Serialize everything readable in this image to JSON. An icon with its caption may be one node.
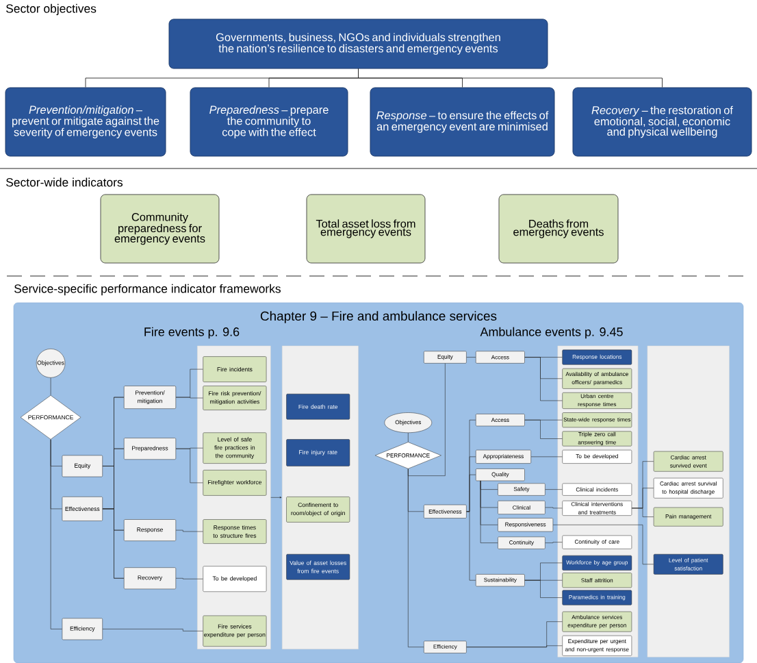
{
  "diagram": {
    "nodes": [
      {
        "text": [
          "Governments, business, NGOs and individuals strengthen the nation’s resilience to disasters and emergency events"
        ]
      },
      {
        "text": [
          "*Prevention/mitigation* – prevent or mitigate against the severity of emergency events"
        ]
      },
      {
        "text": [
          "*Preparedness* – prepare the community to cope with the effect"
        ]
      },
      {
        "text": [
          "*Response* – to ensure the effects of an emergency event are minimised"
        ]
      },
      {
        "text": [
          "*Recovery* – the restoration of emotional, social, economic and physical wellbeing"
        ]
      },
      {
        "text": [
          "Community preparedness for emergency events"
        ]
      },
      {
        "text": [
          "Total asset loss from emergency events"
        ]
      },
      {
        "text": [
          "Deaths from emergency events"
        ]
      },
      {
        "text": [
          "Chapter 9 – Fire and ambulance services"
        ]
      },
      {
        "text": [
          "Objectives"
        ],
        "in": 8
      },
      {
        "text": [
          "PERFORMANCE"
        ],
        "in": 8
      },
      {
        "text": [
          "Equity"
        ],
        "in": 8
      },
      {
        "text": [
          "Effectiveness"
        ],
        "in": 8
      },
      {
        "text": [
          "Efficiency"
        ],
        "in": 8
      },
      {
        "text": [
          "Prevention/ mitigation"
        ],
        "in": 8
      },
      {
        "text": [
          "Preparedness"
        ],
        "in": 8
      },
      {
        "text": [
          "Response"
        ],
        "in": 8
      },
      {
        "text": [
          "Recovery"
        ],
        "in": 8
      },
      {
        "text": [],
        "shape": "box",
        "in": 8
      },
      {
        "text": [
          "Fire incidents"
        ],
        "in": 18
      },
      {
        "text": [
          "Fire risk prevention/ mitigation activities"
        ],
        "in": 18
      },
      {
        "text": [
          "Level of safe fire practices in the community"
        ],
        "in": 18
      },
      {
        "text": [
          "Firefighter workforce"
        ],
        "in": 18
      },
      {
        "text": [
          "Response times to structure fires"
        ],
        "in": 18
      },
      {
        "text": [
          "To be developed"
        ],
        "in": 18
      },
      {
        "text": [
          "Fire services expenditure per person"
        ],
        "in": 18
      },
      {
        "text": [],
        "shape": "box",
        "in": 8
      },
      {
        "text": [
          "Fire death rate"
        ],
        "in": 26
      },
      {
        "text": [
          "Fire injury rate"
        ],
        "in": 26
      },
      {
        "text": [
          "Confinement to room/object of origin"
        ],
        "in": 26
      },
      {
        "text": [
          "Value of asset losses from fire events"
        ],
        "in": 26
      },
      {
        "text": [
          "Objectives"
        ],
        "in": 8
      },
      {
        "text": [
          "PERFORMANCE"
        ],
        "in": 8
      },
      {
        "text": [
          "Equity"
        ],
        "in": 8
      },
      {
        "text": [
          "Access"
        ],
        "in": 8
      },
      {
        "text": [
          "Effectiveness"
        ],
        "in": 8
      },
      {
        "text": [
          "Access"
        ],
        "in": 8
      },
      {
        "text": [
          "Appropriateness"
        ],
        "in": 8
      },
      {
        "text": [
          "Quality"
        ],
        "in": 8
      },
      {
        "text": [
          "Safety"
        ],
        "in": 8
      },
      {
        "text": [
          "Clinical"
        ],
        "in": 8
      },
      {
        "text": [
          "Responsiveness"
        ],
        "in": 8
      },
      {
        "text": [
          "Continuity"
        ],
        "in": 8
      },
      {
        "text": [
          "Sustainability"
        ],
        "in": 8
      },
      {
        "text": [
          "Efficiency"
        ],
        "in": 8
      },
      {
        "text": [],
        "shape": "box",
        "in": 8
      },
      {
        "text": [
          "Response locations"
        ],
        "in": 45
      },
      {
        "text": [
          "Availability of ambulance officers/ paramedics"
        ],
        "in": 45
      },
      {
        "text": [
          "Urban centre response times"
        ],
        "in": 45
      },
      {
        "text": [
          "State-wide response times"
        ],
        "in": 45
      },
      {
        "text": [
          "Triple zero call answering time"
        ],
        "in": 45
      },
      {
        "text": [
          "To be developed"
        ],
        "in": 45
      },
      {
        "text": [
          "Clinical incidents"
        ],
        "in": 45
      },
      {
        "text": [
          "Clinical interventions and treatments"
        ],
        "in": 45
      },
      {
        "text": [
          "Continuity of care"
        ],
        "in": 45
      },
      {
        "text": [
          "Workforce by age group"
        ],
        "in": 45
      },
      {
        "text": [
          "Staff attrition"
        ],
        "in": 45
      },
      {
        "text": [
          "Paramedics in training"
        ],
        "in": 45
      },
      {
        "text": [
          "Ambulance services expenditure per person"
        ],
        "in": 45
      },
      {
        "text": [
          "Expenditure per urgent and non-urgent response"
        ],
        "in": 45
      },
      {
        "text": [],
        "shape": "box",
        "in": 8
      },
      {
        "text": [
          "Cardiac arrest survived event"
        ],
        "in": 60
      },
      {
        "text": [
          "Cardiac arrest survival to hospital discharge"
        ],
        "in": 60
      },
      {
        "text": [
          "Pain management"
        ],
        "in": 60
      },
      {
        "text": [
          "Level of patient satisfaction"
        ],
        "in": 60
      }
    ],
    "edges": [
      {
        "from": 0,
        "to": 1,
        "arrow": "none"
      },
      {
        "from": 0,
        "to": 2,
        "arrow": "none"
      },
      {
        "from": 0,
        "to": 3,
        "arrow": "none"
      },
      {
        "from": 0,
        "to": 4,
        "arrow": "none"
      },
      {
        "from": 9,
        "to": 10,
        "arrow": "none"
      },
      {
        "from": 10,
        "to": 11,
        "arrow": "none"
      },
      {
        "from": 10,
        "to": 12,
        "arrow": "none"
      },
      {
        "from": 10,
        "to": 13,
        "arrow": "none"
      },
      {
        "from": 11,
        "to": 14,
        "arrow": "none"
      },
      {
        "from": 11,
        "to": 15,
        "arrow": "none"
      },
      {
        "from": 11,
        "to": 16,
        "arrow": "none"
      },
      {
        "from": 11,
        "to": 17,
        "arrow": "none"
      },
      {
        "from": 12,
        "to": 14,
        "arrow": "none"
      },
      {
        "from": 12,
        "to": 15,
        "arrow": "none"
      },
      {
        "from": 12,
        "to": 16,
        "arrow": "none"
      },
      {
        "from": 12,
        "to": 17,
        "arrow": "none"
      },
      {
        "from": 14,
        "to": 19,
        "arrow": "none"
      },
      {
        "from": 14,
        "to": 20,
        "arrow": "none"
      },
      {
        "from": 15,
        "to": 21,
        "arrow": "none"
      },
      {
        "from": 15,
        "to": 22,
        "arrow": "none"
      },
      {
        "from": 16,
        "to": 23,
        "arrow": "none"
      },
      {
        "from": 17,
        "to": 24,
        "arrow": "none"
      },
      {
        "from": 13,
        "to": 25,
        "arrow": "none"
      },
      {
        "from": 18,
        "to": 26,
        "arrow": "to"
      },
      {
        "from": 31,
        "to": 32,
        "arrow": "none"
      },
      {
        "from": 32,
        "to": 33,
        "arrow": "none"
      },
      {
        "from": 32,
        "to": 35,
        "arrow": "none"
      },
      {
        "from": 32,
        "to": 44,
        "arrow": "none"
      },
      {
        "from": 33,
        "to": 34,
        "arrow": "none"
      },
      {
        "from": 34,
        "to": 46,
        "arrow": "none"
      },
      {
        "from": 34,
        "to": 47,
        "arrow": "none"
      },
      {
        "from": 34,
        "to": 48,
        "arrow": "none"
      },
      {
        "from": 35,
        "to": 36,
        "arrow": "none"
      },
      {
        "from": 35,
        "to": 37,
        "arrow": "none"
      },
      {
        "from": 35,
        "to": 38,
        "arrow": "none"
      },
      {
        "from": 35,
        "to": 43,
        "arrow": "none"
      },
      {
        "from": 36,
        "to": 49,
        "arrow": "none"
      },
      {
        "from": 36,
        "to": 50,
        "arrow": "none"
      },
      {
        "from": 37,
        "to": 51,
        "arrow": "none"
      },
      {
        "from": 38,
        "to": 39,
        "arrow": "none"
      },
      {
        "from": 38,
        "to": 40,
        "arrow": "none"
      },
      {
        "from": 38,
        "to": 41,
        "arrow": "none"
      },
      {
        "from": 38,
        "to": 42,
        "arrow": "none"
      },
      {
        "from": 39,
        "to": 52,
        "arrow": "none"
      },
      {
        "from": 40,
        "to": 53,
        "arrow": "none"
      },
      {
        "from": 53,
        "to": 61,
        "arrow": "none"
      },
      {
        "from": 53,
        "to": 62,
        "arrow": "none"
      },
      {
        "from": 53,
        "to": 63,
        "arrow": "none"
      },
      {
        "from": 41,
        "to": 64,
        "arrow": "none"
      },
      {
        "from": 42,
        "to": 54,
        "arrow": "none"
      },
      {
        "from": 43,
        "to": 55,
        "arrow": "none"
      },
      {
        "from": 43,
        "to": 56,
        "arrow": "none"
      },
      {
        "from": 43,
        "to": 57,
        "arrow": "none"
      },
      {
        "from": 44,
        "to": 58,
        "arrow": "none"
      },
      {
        "from": 44,
        "to": 59,
        "arrow": "none"
      }
    ],
    "labels": [
      "Sector objectives",
      "Sector-wide indicators",
      "Service-specific performance indicator frameworks",
      "Fire events p. 9.6",
      "Ambulance events p. 9.45"
    ]
  }
}
